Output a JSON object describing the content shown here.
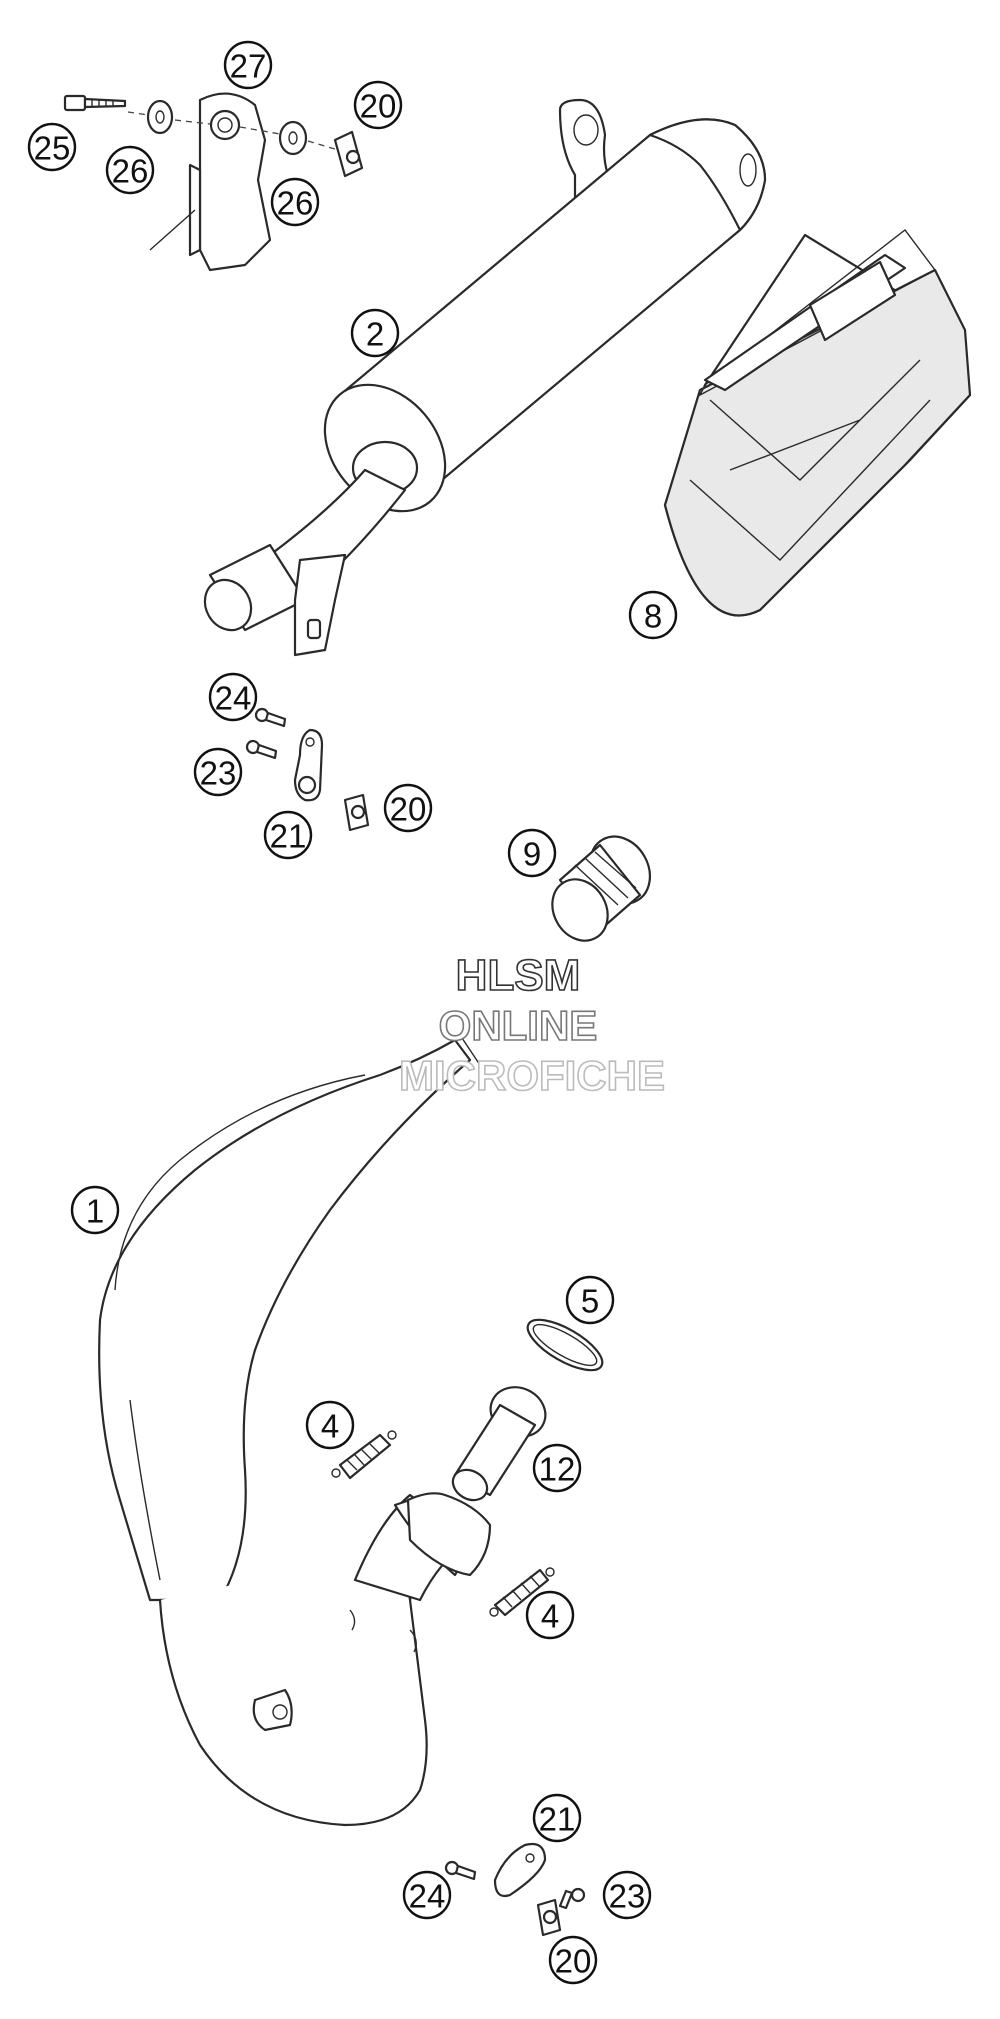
{
  "diagram": {
    "watermark": {
      "line1": "HLSM",
      "line2": "ONLINE",
      "line3": "MICROFICHE"
    },
    "callouts": [
      {
        "id": "c27",
        "label": "27"
      },
      {
        "id": "c25",
        "label": "25"
      },
      {
        "id": "c26a",
        "label": "26"
      },
      {
        "id": "c26b",
        "label": "26"
      },
      {
        "id": "c20a",
        "label": "20"
      },
      {
        "id": "c2",
        "label": "2"
      },
      {
        "id": "c8",
        "label": "8"
      },
      {
        "id": "c24a",
        "label": "24"
      },
      {
        "id": "c23a",
        "label": "23"
      },
      {
        "id": "c21a",
        "label": "21"
      },
      {
        "id": "c20b",
        "label": "20"
      },
      {
        "id": "c9",
        "label": "9"
      },
      {
        "id": "c1",
        "label": "1"
      },
      {
        "id": "c5",
        "label": "5"
      },
      {
        "id": "c4a",
        "label": "4"
      },
      {
        "id": "c12",
        "label": "12"
      },
      {
        "id": "c4b",
        "label": "4"
      },
      {
        "id": "c21b",
        "label": "21"
      },
      {
        "id": "c24b",
        "label": "24"
      },
      {
        "id": "c23b",
        "label": "23"
      },
      {
        "id": "c20c",
        "label": "20"
      }
    ]
  }
}
